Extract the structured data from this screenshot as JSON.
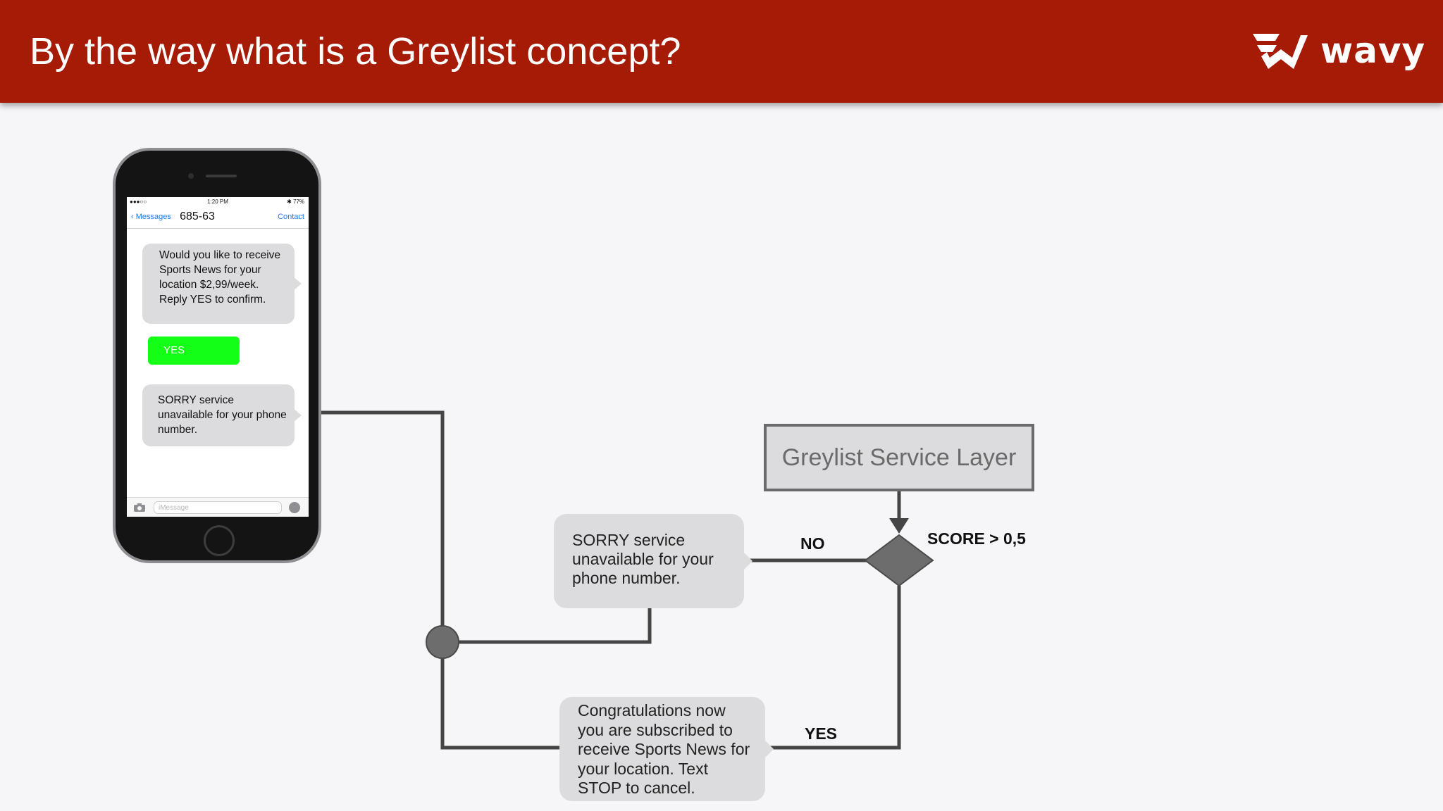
{
  "header": {
    "title": "By the way what is a Greylist concept?",
    "brand_name": "wavy",
    "brand_color": "#a61b06"
  },
  "phone": {
    "status_left": "●●●○○",
    "status_time": "1:20 PM",
    "status_right": "✱ 77%",
    "nav_back": "Messages",
    "nav_title": "685-63",
    "nav_contact": "Contact",
    "message_1": "Would you like to receive Sports News for your location $2,99/week. Reply YES to confirm.",
    "reply": "YES",
    "message_2": "SORRY service unavailable for your phone number.",
    "input_placeholder": "iMessage",
    "reply_color": "#13ff16"
  },
  "flow": {
    "layer_label": "Greylist Service Layer",
    "score_label": "SCORE  > 0,5",
    "no_label": "NO",
    "yes_label": "YES",
    "no_message": "SORRY service unavailable for your phone number.",
    "yes_message": "Congratulations now you are subscribed to receive Sports News for your location. Text STOP to cancel."
  }
}
